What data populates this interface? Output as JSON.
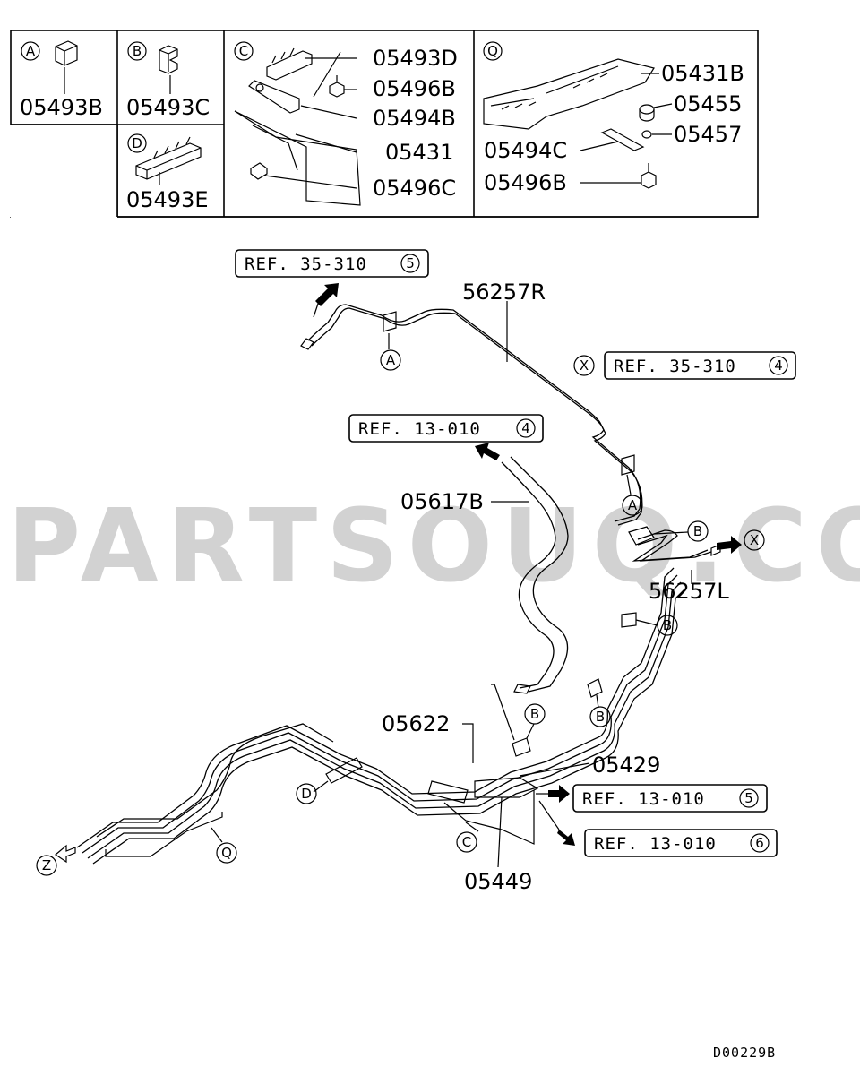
{
  "watermark": "PARTSOUQ.COM",
  "diagram_code": "D00229B",
  "legend": {
    "A": {
      "letter": "A",
      "part": "05493B"
    },
    "B": {
      "letter": "B",
      "part": "05493C"
    },
    "C": {
      "letter": "C",
      "parts": [
        "05493D",
        "05496B",
        "05494B",
        "05431",
        "05496C"
      ]
    },
    "D": {
      "letter": "D",
      "part": "05493E"
    },
    "Q": {
      "letter": "Q",
      "parts": [
        "05431B",
        "05455",
        "05457",
        "05494C",
        "05496B"
      ]
    }
  },
  "refs": {
    "r1": {
      "text": "REF. 35-310",
      "num": "5"
    },
    "r2": {
      "text": "REF. 35-310",
      "num": "4"
    },
    "r3": {
      "text": "REF. 13-010",
      "num": "4"
    },
    "r4": {
      "text": "REF. 13-010",
      "num": "5"
    },
    "r5": {
      "text": "REF. 13-010",
      "num": "6"
    }
  },
  "parts": {
    "p56257R": "56257R",
    "p56257L": "56257L",
    "p05617B": "05617B",
    "p05622": "05622",
    "p05429": "05429",
    "p05449": "05449"
  },
  "callouts": {
    "A": "A",
    "B": "B",
    "C": "C",
    "D": "D",
    "Q": "Q",
    "X": "X",
    "Z": "Z"
  }
}
